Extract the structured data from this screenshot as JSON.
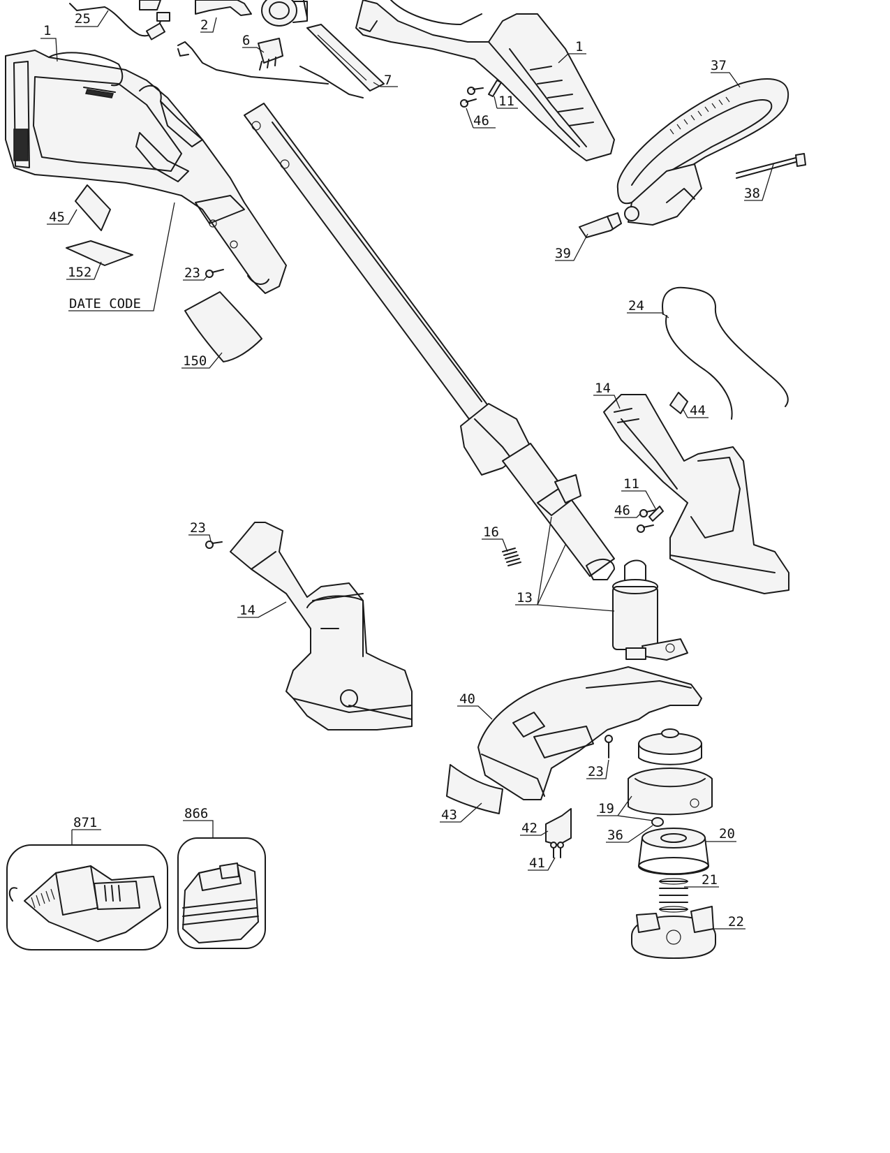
{
  "diagram": {
    "style": {
      "line_color": "#1a1a1a",
      "fill_color": "#f4f4f4",
      "background": "#ffffff"
    },
    "callouts": [
      {
        "id": "c-25",
        "text": "25"
      },
      {
        "id": "c-2",
        "text": "2"
      },
      {
        "id": "c-6",
        "text": "6"
      },
      {
        "id": "c-7",
        "text": "7"
      },
      {
        "id": "c-1a",
        "text": "1"
      },
      {
        "id": "c-1b",
        "text": "1"
      },
      {
        "id": "c-11a",
        "text": "11"
      },
      {
        "id": "c-46a",
        "text": "46"
      },
      {
        "id": "c-37",
        "text": "37"
      },
      {
        "id": "c-38",
        "text": "38"
      },
      {
        "id": "c-39",
        "text": "39"
      },
      {
        "id": "c-45",
        "text": "45"
      },
      {
        "id": "c-152",
        "text": "152"
      },
      {
        "id": "c-23a",
        "text": "23"
      },
      {
        "id": "c-datecode",
        "text": "DATE CODE"
      },
      {
        "id": "c-150",
        "text": "150"
      },
      {
        "id": "c-24",
        "text": "24"
      },
      {
        "id": "c-14a",
        "text": "14"
      },
      {
        "id": "c-44",
        "text": "44"
      },
      {
        "id": "c-11b",
        "text": "11"
      },
      {
        "id": "c-46b",
        "text": "46"
      },
      {
        "id": "c-23b",
        "text": "23"
      },
      {
        "id": "c-16",
        "text": "16"
      },
      {
        "id": "c-14b",
        "text": "14"
      },
      {
        "id": "c-13",
        "text": "13"
      },
      {
        "id": "c-40",
        "text": "40"
      },
      {
        "id": "c-23c",
        "text": "23"
      },
      {
        "id": "c-19",
        "text": "19"
      },
      {
        "id": "c-43",
        "text": "43"
      },
      {
        "id": "c-42",
        "text": "42"
      },
      {
        "id": "c-36",
        "text": "36"
      },
      {
        "id": "c-20",
        "text": "20"
      },
      {
        "id": "c-41",
        "text": "41"
      },
      {
        "id": "c-21",
        "text": "21"
      },
      {
        "id": "c-22",
        "text": "22"
      },
      {
        "id": "c-871",
        "text": "871"
      },
      {
        "id": "c-866",
        "text": "866"
      }
    ]
  }
}
